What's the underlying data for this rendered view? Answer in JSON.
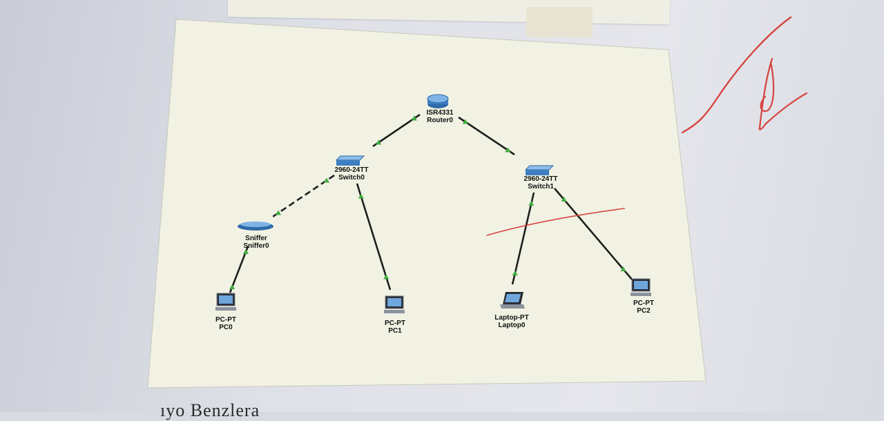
{
  "diagram": {
    "nodes": [
      {
        "id": "router0",
        "type": "router",
        "model": "ISR4331",
        "name": "Router0"
      },
      {
        "id": "switch0",
        "type": "switch",
        "model": "2960-24TT",
        "name": "Switch0"
      },
      {
        "id": "switch1",
        "type": "switch",
        "model": "2960-24TT",
        "name": "Switch1"
      },
      {
        "id": "sniffer0",
        "type": "sniffer",
        "model": "Sniffer",
        "name": "Sniffer0"
      },
      {
        "id": "pc0",
        "type": "pc",
        "model": "PC-PT",
        "name": "PC0"
      },
      {
        "id": "pc1",
        "type": "pc",
        "model": "PC-PT",
        "name": "PC1"
      },
      {
        "id": "laptop0",
        "type": "laptop",
        "model": "Laptop-PT",
        "name": "Laptop0"
      },
      {
        "id": "pc2",
        "type": "pc",
        "model": "PC-PT",
        "name": "PC2"
      }
    ],
    "links": [
      {
        "from": "router0",
        "to": "switch0",
        "style": "solid"
      },
      {
        "from": "router0",
        "to": "switch1",
        "style": "solid"
      },
      {
        "from": "switch0",
        "to": "sniffer0",
        "style": "dashed"
      },
      {
        "from": "sniffer0",
        "to": "pc0",
        "style": "solid"
      },
      {
        "from": "switch0",
        "to": "pc1",
        "style": "solid"
      },
      {
        "from": "switch1",
        "to": "laptop0",
        "style": "solid"
      },
      {
        "from": "switch1",
        "to": "pc2",
        "style": "solid"
      }
    ],
    "link_color": "#1e1e1e",
    "status_color": "#3fae3f",
    "device_color": "#3d7fc2"
  },
  "handwriting": {
    "color": "#d6443f"
  },
  "bottom_text": "ıyo Benzlera"
}
